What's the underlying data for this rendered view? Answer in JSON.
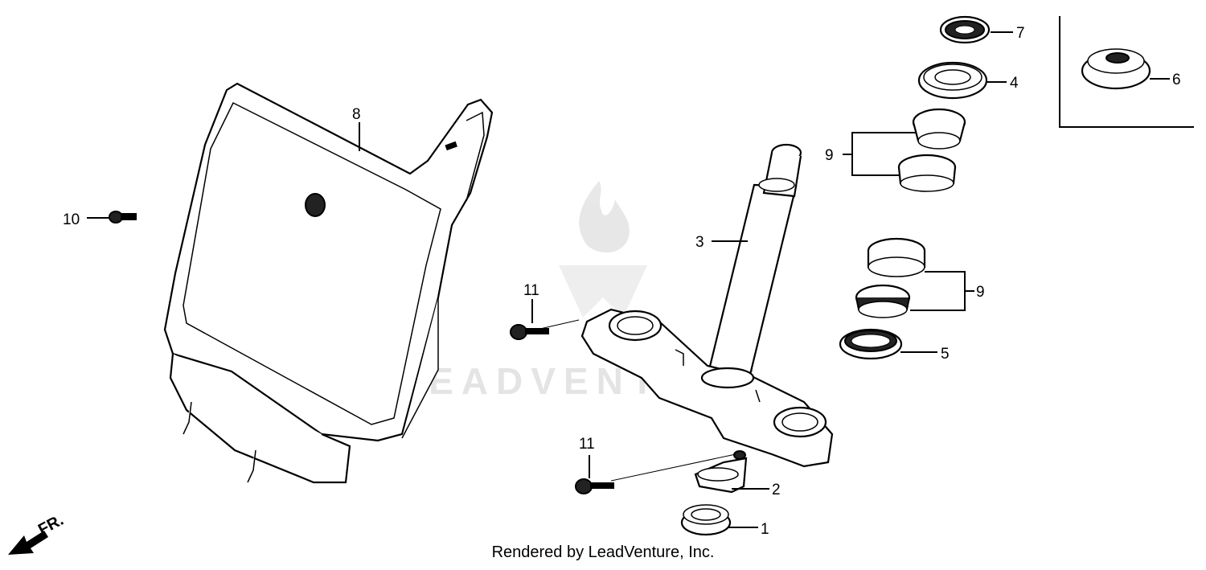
{
  "parts": {
    "p1": "1",
    "p2": "2",
    "p3": "3",
    "p4": "4",
    "p5": "5",
    "p6": "6",
    "p7": "7",
    "p8": "8",
    "p9a": "9",
    "p9b": "9",
    "p10": "10",
    "p11a": "11",
    "p11b": "11"
  },
  "direction": {
    "label": "FR."
  },
  "watermark": {
    "text": "LEADVENTURE"
  },
  "footer": {
    "text": "Rendered by LeadVenture, Inc."
  },
  "icons": [
    "front-direction-arrow-icon",
    "leadventure-flame-logo-icon"
  ]
}
